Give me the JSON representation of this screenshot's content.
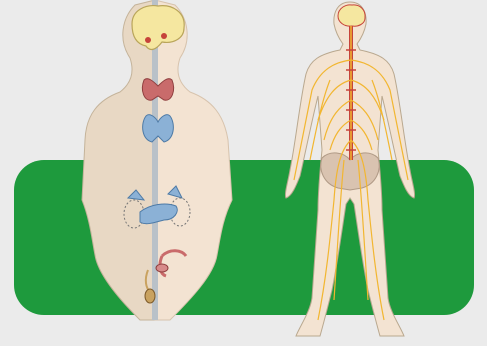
{
  "colors": {
    "background": "#ebebeb",
    "banner": "#1e9a3d",
    "skin_left": "#e8d8c4",
    "skin_right": "#f3e3d2",
    "divider": "#b9c1c8",
    "gland_blue": "#8bb1d6",
    "thyroid_red": "#c96b6b",
    "brain_yellow": "#f5e7a0",
    "nerve_yellow": "#f2b630",
    "spine_red": "#c6433a"
  },
  "figures": [
    {
      "id": "endocrine",
      "icon": "torso-endocrine"
    },
    {
      "id": "nervous",
      "icon": "body-nervous-system"
    }
  ]
}
